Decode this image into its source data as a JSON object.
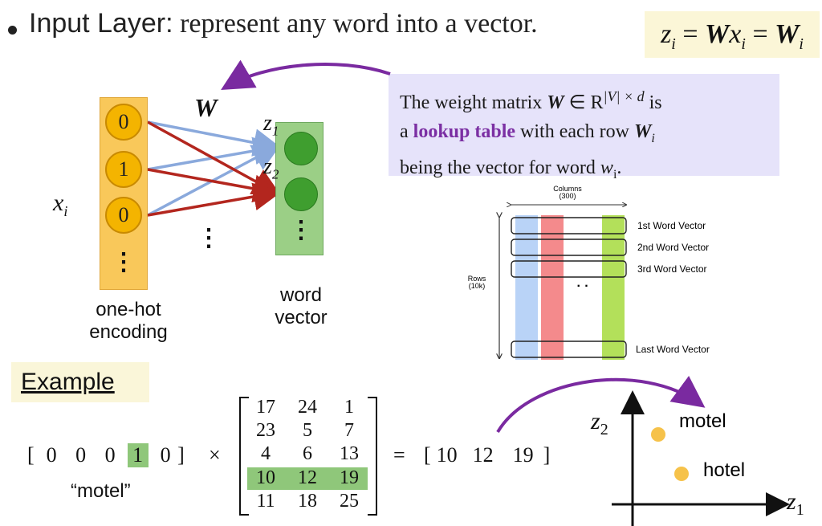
{
  "header": {
    "title_sans": "Input Layer:",
    "title_serif": " represent any word into a vector.",
    "formula": {
      "z": "z",
      "i": "i",
      "eq": " = ",
      "W": "W",
      "x": "x"
    }
  },
  "callout": {
    "line1_pre": "The weight matrix ",
    "line1_W": "W",
    "line1_mid": " ∈ R",
    "line1_sup": "|V| × d",
    "line1_post": " is",
    "line2_pre": "a ",
    "line2_hl": "lookup table",
    "line2_mid": " with each row ",
    "line2_Wi": "W",
    "line2_i": "i",
    "line3_pre": "being the vector for word ",
    "line3_w": "w",
    "line3_sub": "i",
    "line3_post": "."
  },
  "network": {
    "weight_label": "W",
    "input_label": "x",
    "input_sub": "i",
    "onehot_values": [
      "0",
      "1",
      "0"
    ],
    "onehot_caption": [
      "one-hot",
      "encoding"
    ],
    "z_labels": [
      {
        "z": "z",
        "sub": "1"
      },
      {
        "z": "z",
        "sub": "2"
      }
    ],
    "wordvec_caption": [
      "word",
      "vector"
    ],
    "dots": "⋮"
  },
  "lookup_figure": {
    "columns_label": "Columns",
    "columns_count": "(300)",
    "rows_label": "Rows",
    "rows_count": "(10k)",
    "row_labels": [
      "1st Word Vector",
      "2nd Word Vector",
      "3rd Word Vector",
      "Last Word Vector"
    ],
    "middle_dots": "· ·",
    "colors": {
      "blue": "#b9d3f7",
      "red": "#f48a8c",
      "green": "#b3e05a"
    }
  },
  "example": {
    "label": "Example",
    "onehot_vector": [
      "0",
      "0",
      "0",
      "1",
      "0"
    ],
    "word": "“motel”",
    "times": "×",
    "matrix": [
      [
        "17",
        "24",
        "1"
      ],
      [
        "23",
        "5",
        "7"
      ],
      [
        "4",
        "6",
        "13"
      ],
      [
        "10",
        "12",
        "19"
      ],
      [
        "11",
        "18",
        "25"
      ]
    ],
    "highlight_row": 3,
    "equals": "=",
    "result": [
      "10",
      "12",
      "19"
    ],
    "highlight_color": "#8fc77a"
  },
  "scatter": {
    "x_axis": {
      "z": "z",
      "sub": "1"
    },
    "y_axis": {
      "z": "z",
      "sub": "2"
    },
    "points": [
      {
        "label": "motel"
      },
      {
        "label": "hotel"
      }
    ],
    "point_color": "#f6c24a"
  },
  "colors": {
    "arrow_purple": "#7a2aa0",
    "line_blue": "#8aa9dc",
    "line_red": "#b3261e"
  }
}
